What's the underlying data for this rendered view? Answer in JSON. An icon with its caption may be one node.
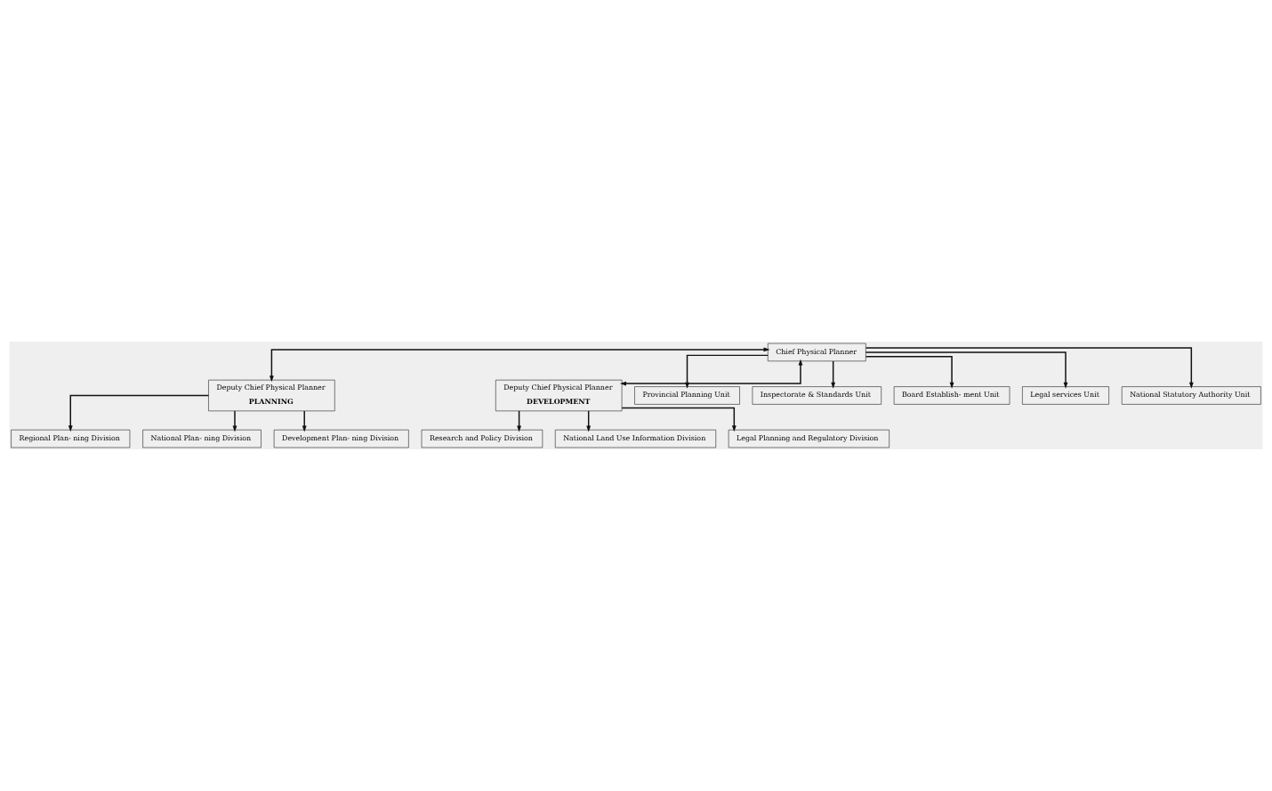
{
  "diagram": {
    "nodes": [
      {
        "text": [
          "Chief Physical Planner"
        ]
      },
      {
        "text": [
          "Deputy Chief Physical Planner",
          "PLANNING"
        ]
      },
      {
        "text": [
          "Deputy Chief Physical Planner",
          "DEVELOPMENT"
        ]
      },
      {
        "text": [
          "Regional Plan- ning Division"
        ]
      },
      {
        "text": [
          "National Plan- ning Division"
        ]
      },
      {
        "text": [
          "Development Plan- ning Division"
        ]
      },
      {
        "text": [
          "Research and Policy Division"
        ]
      },
      {
        "text": [
          "National Land Use Information Division"
        ]
      },
      {
        "text": [
          "Legal Planning and Regulatory Division"
        ]
      },
      {
        "text": [
          "Provincial Planning Unit"
        ]
      },
      {
        "text": [
          "Inspectorate & Standards Unit"
        ]
      },
      {
        "text": [
          "Board Establish- ment Unit"
        ]
      },
      {
        "text": [
          "Legal services Unit"
        ]
      },
      {
        "text": [
          "National Statutory Authority Unit"
        ]
      }
    ],
    "edges": [
      {
        "from": 0,
        "to": 1,
        "arrow": "both"
      },
      {
        "from": 0,
        "to": 2,
        "arrow": "both"
      },
      {
        "from": 1,
        "to": 3,
        "arrow": "to"
      },
      {
        "from": 1,
        "to": 4,
        "arrow": "to"
      },
      {
        "from": 1,
        "to": 5,
        "arrow": "to"
      },
      {
        "from": 2,
        "to": 6,
        "arrow": "to"
      },
      {
        "from": 2,
        "to": 7,
        "arrow": "to"
      },
      {
        "from": 2,
        "to": 8,
        "arrow": "to"
      },
      {
        "from": 0,
        "to": 9,
        "arrow": "to"
      },
      {
        "from": 0,
        "to": 10,
        "arrow": "to"
      },
      {
        "from": 0,
        "to": 11,
        "arrow": "to"
      },
      {
        "from": 0,
        "to": 12,
        "arrow": "to"
      },
      {
        "from": 0,
        "to": 13,
        "arrow": "to"
      }
    ]
  }
}
